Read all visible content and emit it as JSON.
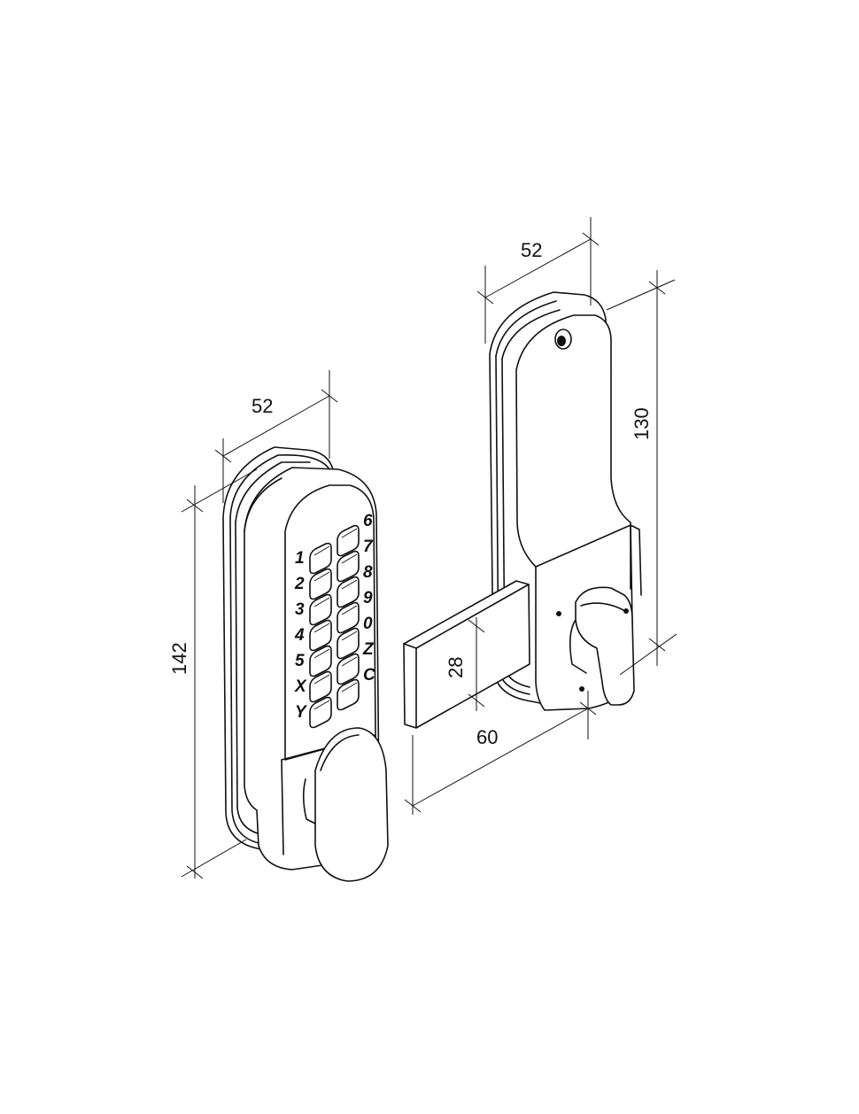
{
  "dimensions": {
    "keypad_width": "52",
    "keypad_height": "142",
    "back_width": "52",
    "back_height": "130",
    "bolt_height": "28",
    "bolt_length": "60"
  },
  "keys": {
    "left": [
      "1",
      "2",
      "3",
      "4",
      "5",
      "X",
      "Y"
    ],
    "right": [
      "6",
      "7",
      "8",
      "9",
      "0",
      "Z",
      "C"
    ]
  }
}
